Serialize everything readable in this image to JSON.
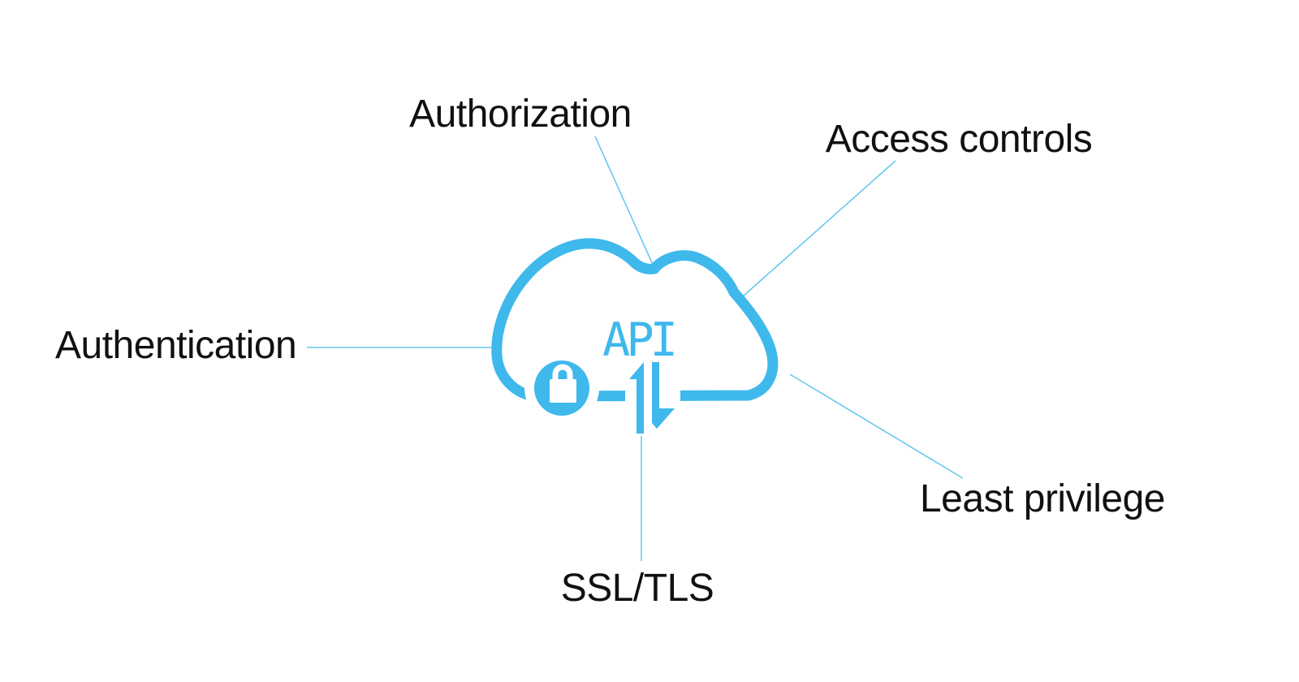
{
  "diagram": {
    "center": {
      "label": "API",
      "icon": "cloud-icon"
    },
    "badges": [
      {
        "icon": "lock-icon"
      },
      {
        "icon": "data-transfer-arrows-icon"
      }
    ],
    "nodes": [
      {
        "id": "authorization",
        "label": "Authorization"
      },
      {
        "id": "access-controls",
        "label": "Access controls"
      },
      {
        "id": "authentication",
        "label": "Authentication"
      },
      {
        "id": "least-privilege",
        "label": "Least privilege"
      },
      {
        "id": "ssl-tls",
        "label": "SSL/TLS"
      }
    ],
    "colors": {
      "icon_blue": "#3fb8ec",
      "connector_blue": "#67c9f1",
      "label_text": "#111111",
      "background": "#ffffff"
    }
  }
}
